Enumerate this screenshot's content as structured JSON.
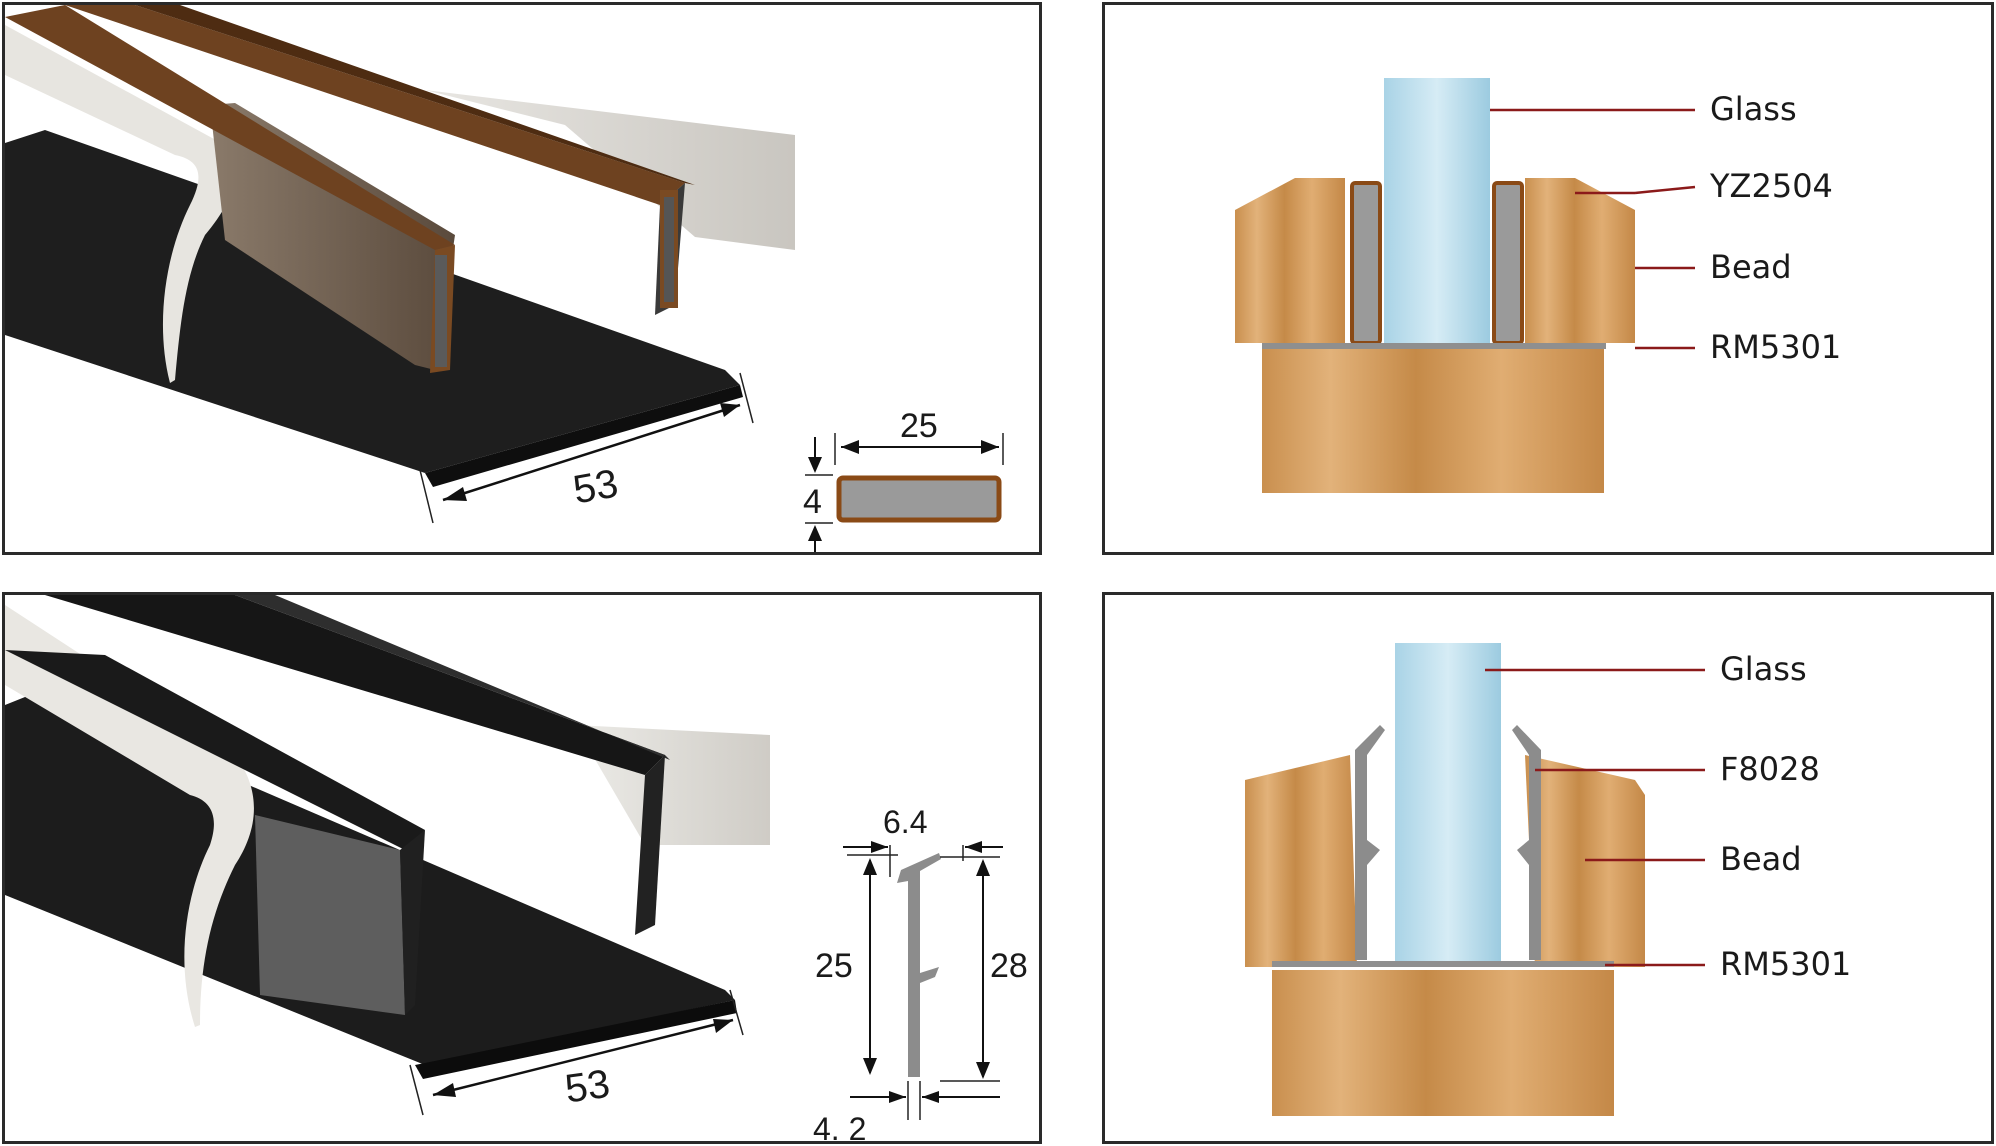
{
  "panels": {
    "yz2504_product": {
      "length_dim": "53",
      "width_dim": "25",
      "thickness_dim": "4"
    },
    "yz2504_section": {
      "labels": [
        "Glass",
        "YZ2504",
        "Bead",
        "RM5301"
      ]
    },
    "f8028_product": {
      "length_dim": "53",
      "top_width_dim": "6.4",
      "height_dim_left": "25",
      "height_dim_right": "28",
      "base_width_dim": "4. 2"
    },
    "f8028_section": {
      "labels": [
        "Glass",
        "F8028",
        "Bead",
        "RM5301"
      ]
    }
  },
  "colors": {
    "border": "#2a2a2a",
    "leader_line": "#8b1a1a",
    "wood_light": "#d9a465",
    "wood_dark": "#b07a3f",
    "glass": "#bfe0ee",
    "profile_gray": "#8f8f8f",
    "profile_brown": "#8a4a16",
    "rubber_black": "#1c1c1c"
  }
}
